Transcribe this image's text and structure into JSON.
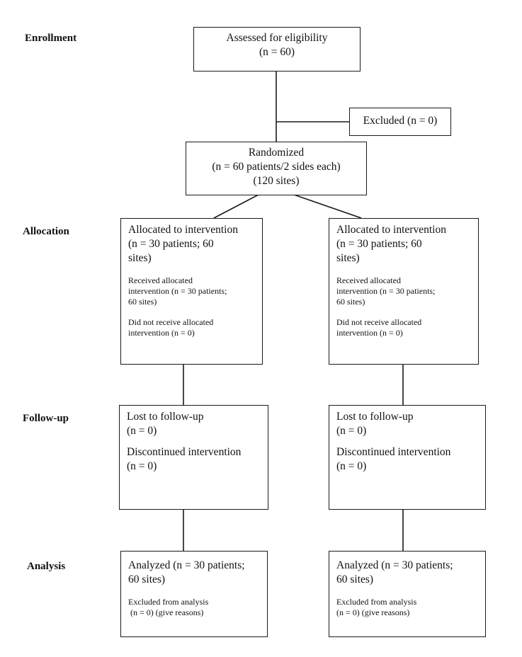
{
  "stages": {
    "enrollment": "Enrollment",
    "allocation": "Allocation",
    "follow_up": "Follow-up",
    "analysis": "Analysis"
  },
  "assessed": {
    "line1": "Assessed for eligibility",
    "line2": "(n = 60)"
  },
  "excluded": {
    "text": "Excluded (n = 0)"
  },
  "randomized": {
    "line1": "Randomized",
    "line2": "(n = 60 patients/2 sides each)",
    "line3": "(120 sites)"
  },
  "arms": [
    {
      "allocation": {
        "title_line1": "Allocated to intervention",
        "title_line2": "(n = 30 patients; 60",
        "title_line3": "sites)",
        "received_line1": "Received allocated",
        "received_line2": "intervention (n = 30 patients;",
        "received_line3": "60 sites)",
        "not_received_line1": "Did not receive allocated",
        "not_received_line2": "intervention (n = 0)"
      },
      "follow_up": {
        "lost_line1": "Lost to follow-up",
        "lost_line2": "(n = 0)",
        "discontinued_line1": "Discontinued intervention",
        "discontinued_line2": "(n = 0)"
      },
      "analysis": {
        "analyzed_line1": "Analyzed (n = 30 patients;",
        "analyzed_line2": "60 sites)",
        "excluded_line1": "Excluded from analysis",
        "excluded_line2": " (n = 0) (give reasons)"
      }
    },
    {
      "allocation": {
        "title_line1": "Allocated to intervention",
        "title_line2": "(n = 30 patients; 60",
        "title_line3": "sites)",
        "received_line1": "Received allocated",
        "received_line2": "intervention (n = 30 patients;",
        "received_line3": "60 sites)",
        "not_received_line1": "Did not receive allocated",
        "not_received_line2": "intervention (n = 0)"
      },
      "follow_up": {
        "lost_line1": "Lost to follow-up",
        "lost_line2": "(n = 0)",
        "discontinued_line1": "Discontinued intervention",
        "discontinued_line2": "(n = 0)"
      },
      "analysis": {
        "analyzed_line1": "Analyzed (n = 30 patients;",
        "analyzed_line2": "60 sites)",
        "excluded_line1": "Excluded from analysis",
        "excluded_line2": "(n = 0) (give reasons)"
      }
    }
  ]
}
